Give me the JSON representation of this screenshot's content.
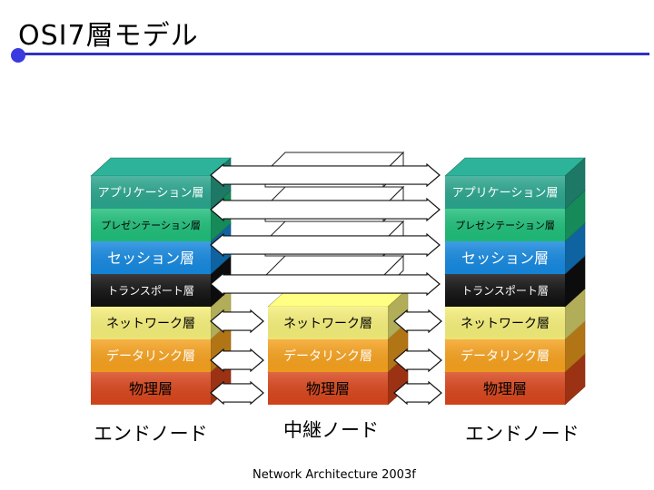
{
  "slide": {
    "title": "OSI7層モデル",
    "footer": "Network Architecture 2003f"
  },
  "colors": {
    "title_rule": "#3030c0",
    "application": "#2aa68e",
    "presentation": "#1fbf7a",
    "session": "#1689e0",
    "transport": "#111111",
    "network": "#f6f07a",
    "datalink": "#f7a21e",
    "physical": "#d9461c"
  },
  "nodes": {
    "left": {
      "label": "エンドノード",
      "layers": [
        "アプリケーション層",
        "プレゼンテーション層",
        "セッション層",
        "トランスポート層",
        "ネットワーク層",
        "データリンク層",
        "物理層"
      ]
    },
    "middle": {
      "label": "中継ノード",
      "layers": [
        "ネットワーク層",
        "データリンク層",
        "物理層"
      ]
    },
    "right": {
      "label": "エンドノード",
      "layers": [
        "アプリケーション層",
        "プレゼンテーション層",
        "セッション層",
        "トランスポート層",
        "ネットワーク層",
        "データリンク層",
        "物理層"
      ]
    }
  }
}
